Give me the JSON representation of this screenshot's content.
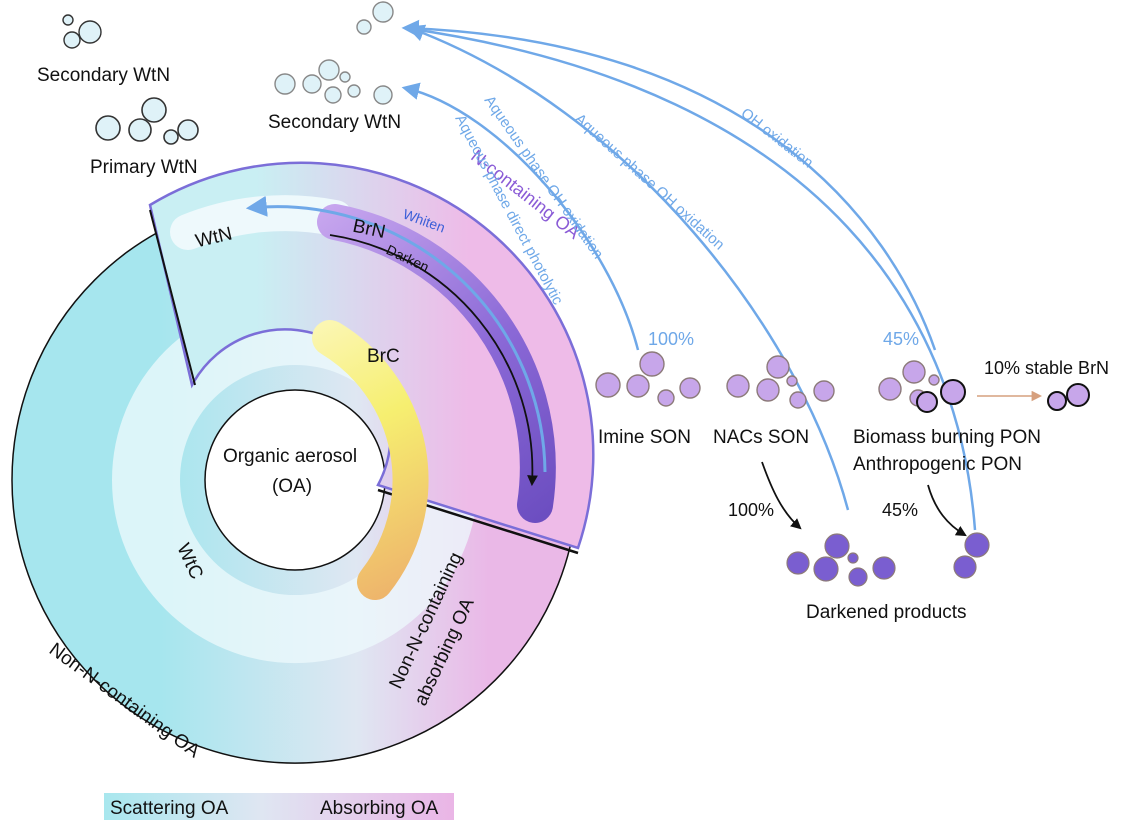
{
  "labels": {
    "secondary_wtn_top_left": "Secondary WtN",
    "primary_wtn": "Primary WtN",
    "secondary_wtn_upper": "Secondary WtN",
    "wtn": "WtN",
    "brn": "BrN",
    "brc": "BrC",
    "wtc": "WtC",
    "whiten": "Whiten",
    "darken": "Darken",
    "n_containing_oa": "N-containing OA",
    "organic_aerosol": "Organic aerosol",
    "oa_abbrev": "(OA)",
    "non_n_absorbing_line1": "Non-N-containing",
    "non_n_absorbing_line2": "absorbing OA",
    "non_n_containing_oa": "Non-N-containing OA",
    "aq_direct_photolytic": "Aqueous phase direct photolytic",
    "aq_oh_oxidation_1": "Aqueous phase OH oxidation",
    "aq_oh_oxidation_2": "Aqueous phase OH oxidation",
    "oh_oxidation": "OH oxidation",
    "pct_imine": "100%",
    "pct_biomass": "45%",
    "pct_darken_nacs": "100%",
    "pct_darken_pon": "45%",
    "stable_brn": "10% stable BrN",
    "imine_son": "Imine SON",
    "nacs_son": "NACs SON",
    "biomass_pon": "Biomass  burning PON",
    "anthropogenic_pon": "Anthropogenic PON",
    "darkened_products": "Darkened products",
    "legend_scattering": "Scattering OA",
    "legend_absorbing": "Absorbing OA"
  },
  "colors": {
    "scattering": "#a9e8ee",
    "absorbing": "#ecb8e6",
    "whiten_arrow": "#6fa8e8",
    "brn_purple": "#6f50c0",
    "brc_yellow": "#f6f07a",
    "brc_orange": "#ecac6a",
    "light_particle": "#dff2f8",
    "son_particle": "#c7a6ea",
    "dark_particle": "#7a5ed0"
  }
}
